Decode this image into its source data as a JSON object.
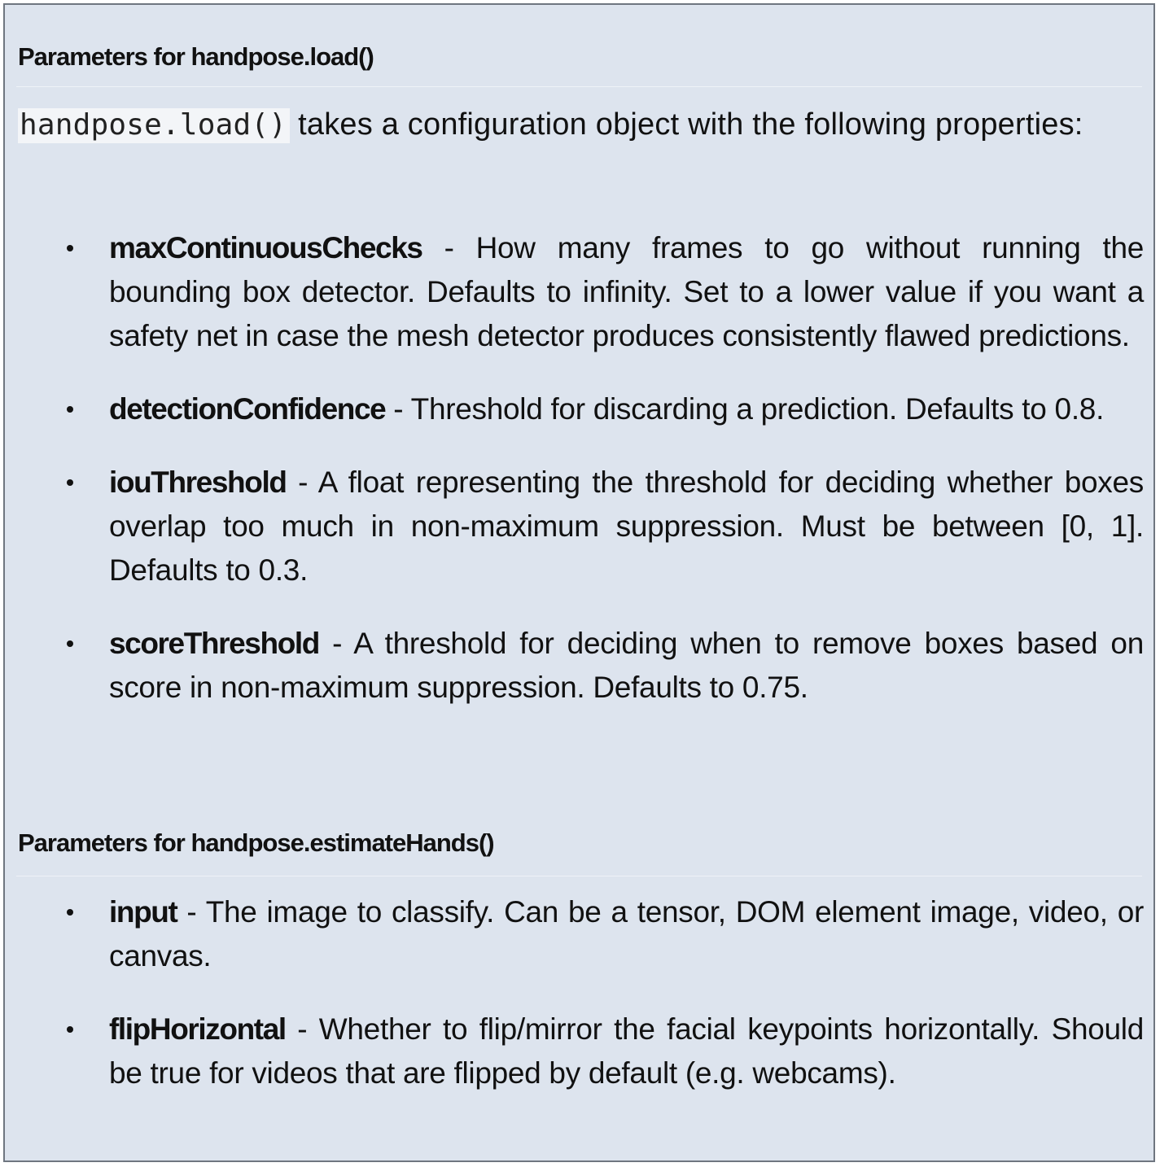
{
  "section_load": {
    "heading": "Parameters for handpose.load()",
    "intro_code": "handpose.load()",
    "intro_text": "takes a configuration object with the following properties:",
    "items": [
      {
        "term": "maxContinuousChecks",
        "separator": " - ",
        "description": "How many frames to go without running the bounding box detector. Defaults to infinity. Set to a lower value if you want a safety net in case the mesh detector produces consistently flawed predictions."
      },
      {
        "term": "detectionConfidence",
        "separator": " - ",
        "description": "Threshold for discarding a prediction. Defaults to 0.8."
      },
      {
        "term": "iouThreshold",
        "separator": " - ",
        "description": "A float representing the threshold for deciding whether boxes overlap too much in non-maximum suppression. Must be between [0, 1]. Defaults to 0.3."
      },
      {
        "term": "scoreThreshold",
        "separator": " - ",
        "description": "A threshold for deciding when to remove boxes based on score in non-maximum suppression. Defaults to 0.75."
      }
    ]
  },
  "section_estimate": {
    "heading": "Parameters for handpose.estimateHands()",
    "items": [
      {
        "term": "input",
        "separator": " - ",
        "description": "The image to classify. Can be a tensor, DOM element image, video, or canvas."
      },
      {
        "term": "flipHorizontal",
        "separator": " - ",
        "description": "Whether to flip/mirror the facial keypoints horizontally. Should be true for videos that are flipped by default (e.g. webcams)."
      }
    ]
  }
}
